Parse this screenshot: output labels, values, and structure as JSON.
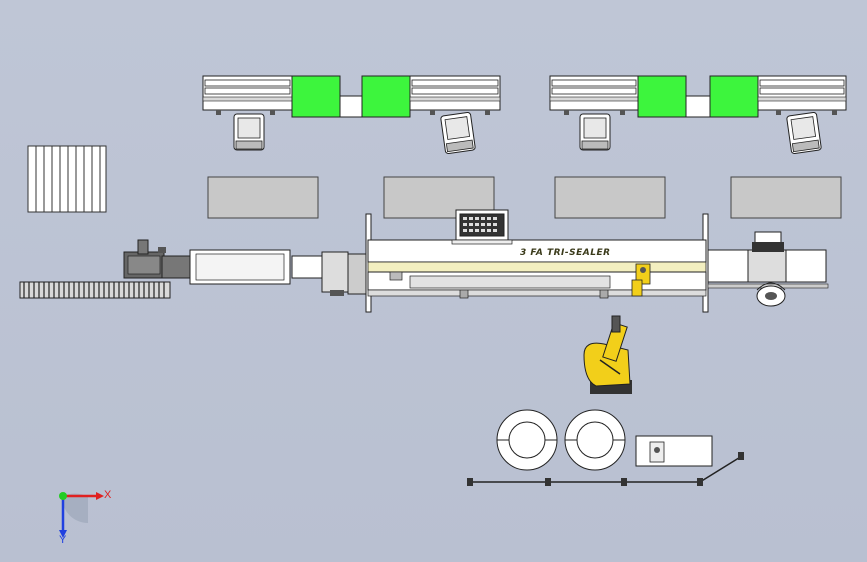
{
  "viewport": {
    "background": "#bcc3d4"
  },
  "machine": {
    "banner_text": "3 FA TRI-SEALER",
    "banner_color": "#3a3a1a",
    "accent_yellow": "#f3efc0",
    "robot_yellow": "#f2cf1a",
    "green_panel": "#3df53d"
  },
  "axes": {
    "x_label": "X",
    "y_label": "Y",
    "x_color": "#e02020",
    "y_color": "#2040e0",
    "origin_color": "#22cc22"
  }
}
